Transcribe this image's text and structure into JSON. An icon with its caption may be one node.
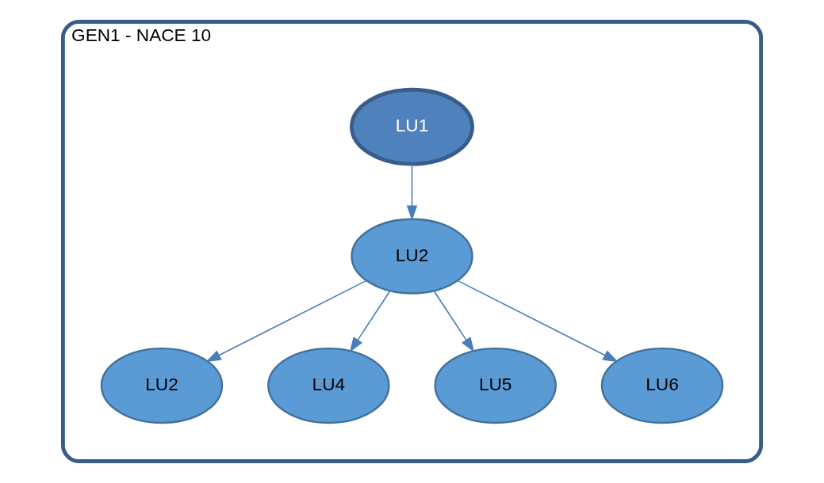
{
  "diagram": {
    "nodes": [
      {
        "text": [
          "GEN1 - NACE 10"
        ]
      },
      {
        "text": [
          "LU1"
        ],
        "in": 0
      },
      {
        "text": [
          "LU2"
        ],
        "in": 0
      },
      {
        "text": [
          "LU2"
        ],
        "in": 0
      },
      {
        "text": [
          "LU4"
        ],
        "in": 0
      },
      {
        "text": [
          "LU5"
        ],
        "in": 0
      },
      {
        "text": [
          "LU6"
        ],
        "in": 0
      }
    ],
    "edges": [
      {
        "from": 1,
        "to": 2,
        "arrow": "to"
      },
      {
        "from": 2,
        "to": 3,
        "arrow": "to"
      },
      {
        "from": 2,
        "to": 4,
        "arrow": "to"
      },
      {
        "from": 2,
        "to": 5,
        "arrow": "to"
      },
      {
        "from": 2,
        "to": 6,
        "arrow": "to"
      }
    ]
  }
}
